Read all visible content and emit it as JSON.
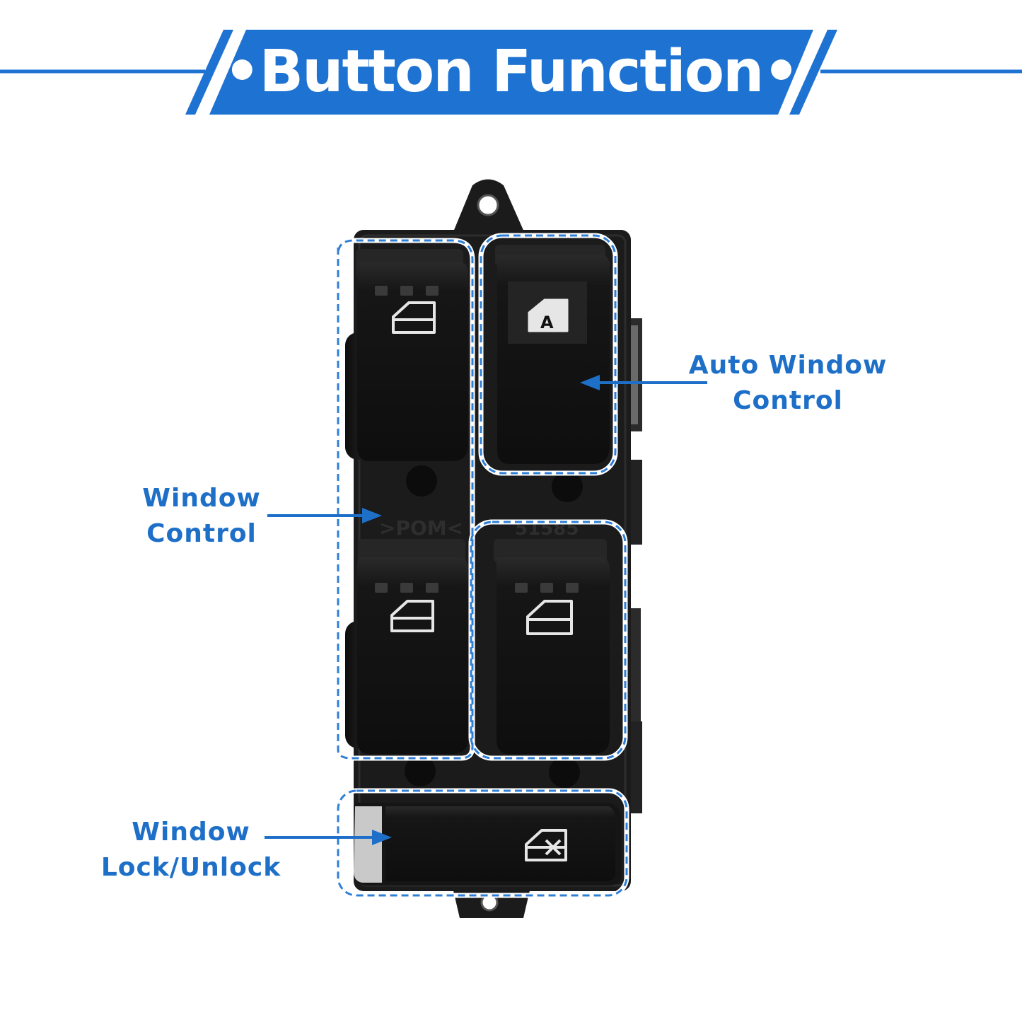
{
  "banner": {
    "title": "•Button Function•",
    "color": "#1e73d2"
  },
  "switch_panel": {
    "imprint_left": ">POM<",
    "imprint_right": "51585",
    "button_icons": [
      "window-icon",
      "auto-window-icon",
      "window-icon",
      "window-icon",
      "window-lock-icon"
    ],
    "auto_badge": "A"
  },
  "callouts": {
    "auto_window": {
      "line1": "Auto Window",
      "line2": "Control"
    },
    "window_control": {
      "line1": "Window",
      "line2": "Control"
    },
    "window_lock": {
      "line1": "Window",
      "line2": "Lock/Unlock"
    }
  },
  "colors": {
    "accent": "#1e6fc8",
    "panel": "#1b1b1b",
    "button": "#121212"
  }
}
